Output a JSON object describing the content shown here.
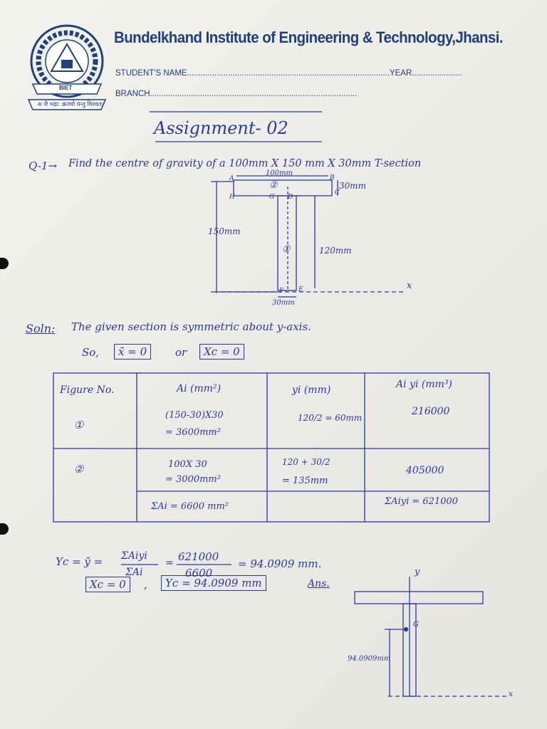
{
  "header": {
    "institute": "Bundelkhand Institute of Engineering & Technology,Jhansi.",
    "student_name_label": "STUDENT'S NAME.........................................................................................YEAR......................",
    "branch_label": "BRANCH.....................................................................................................",
    "logo_text": "BIET",
    "motto": "अ जै भद्रा: क्रतवो यन्तु विश्वतः"
  },
  "title": "Assignment- 02",
  "question": {
    "number": "Q-1→",
    "text": "Find the centre of gravity of a 100mm X 150 mm X 30mm T-section"
  },
  "figure": {
    "top_width": "100mm",
    "flange_thickness": "30mm",
    "total_height": "150mm",
    "web_height": "120mm",
    "web_width": "30mm",
    "part1": "①",
    "part2": "②",
    "axis_x": "x",
    "points": {
      "A": "A",
      "B": "B",
      "C": "C",
      "D": "D",
      "E": "E",
      "F": "F",
      "G": "G",
      "H": "H"
    }
  },
  "solution": {
    "label": "Soln:",
    "line1": "The given section is symmetric about y-axis.",
    "line2_prefix": "So,",
    "xbar": "x̄ = 0",
    "or": "or",
    "xc": "Xc = 0"
  },
  "table": {
    "headers": [
      "Figure No.",
      "Ai (mm²)",
      "yi (mm)",
      "Ai yi (mm³)"
    ],
    "rows": [
      {
        "fig": "①",
        "ai_1": "(150-30)X30",
        "ai_2": "= 3600mm²",
        "yi": "120/2 = 60mm",
        "aiyi": "216000"
      },
      {
        "fig": "②",
        "ai_1": "100X 30",
        "ai_2": "= 3000mm²",
        "yi_1": "120 + 30/2",
        "yi_2": "= 135mm",
        "aiyi": "405000"
      }
    ],
    "sum_a": "ΣAi = 6600 mm²",
    "sum_ay": "ΣAiyi = 621000"
  },
  "result": {
    "eq_lhs": "Yc = ȳ =",
    "frac1_num": "ΣAiyi",
    "frac1_den": "ΣAi",
    "eq1": "=",
    "frac2_num": "621000",
    "frac2_den": "6600",
    "value": "= 94.0909 mm.",
    "ans_x": "Xc = 0",
    "comma": ",",
    "ans_y": "Yc = 94.0909 mm",
    "ans": "Ans."
  },
  "small_figure": {
    "g_label": "G",
    "y_label": "y",
    "x_label": "x",
    "dim": "94.0909mm"
  }
}
